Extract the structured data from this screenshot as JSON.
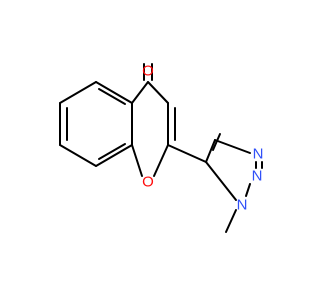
{
  "molecule": {
    "atoms": {
      "carbonyl_oxygen": {
        "symbol": "O",
        "color": "#ff0d0d"
      },
      "ring_oxygen": {
        "symbol": "O",
        "color": "#ff0d0d"
      },
      "triazole_n1": {
        "symbol": "N",
        "color": "#3050f8"
      },
      "triazole_n2": {
        "symbol": "N",
        "color": "#3050f8"
      },
      "triazole_n3": {
        "symbol": "N",
        "color": "#3050f8"
      }
    },
    "bond_color": "#000000"
  }
}
